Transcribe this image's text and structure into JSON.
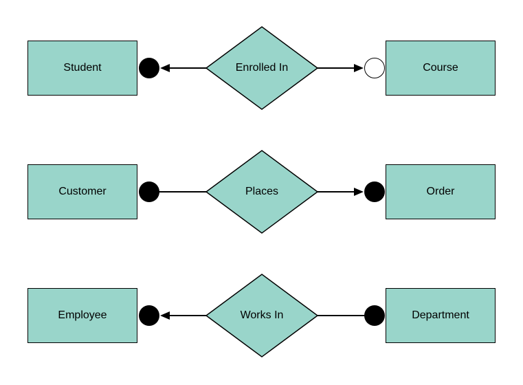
{
  "diagram": {
    "kind": "entity-relationship-diagram",
    "rows": [
      {
        "left_entity": "Student",
        "relationship": "Enrolled In",
        "right_entity": "Course",
        "left_connector": {
          "terminator": "filled-circle",
          "arrowhead": "points-left"
        },
        "right_connector": {
          "terminator": "open-circle",
          "arrowhead": "points-right"
        }
      },
      {
        "left_entity": "Customer",
        "relationship": "Places",
        "right_entity": "Order",
        "left_connector": {
          "terminator": "filled-circle",
          "arrowhead": "none"
        },
        "right_connector": {
          "terminator": "filled-circle",
          "arrowhead": "points-right"
        }
      },
      {
        "left_entity": "Employee",
        "relationship": "Works In",
        "right_entity": "Department",
        "left_connector": {
          "terminator": "filled-circle",
          "arrowhead": "points-left"
        },
        "right_connector": {
          "terminator": "filled-circle",
          "arrowhead": "none"
        }
      }
    ]
  },
  "colors": {
    "shape_fill": "#99d5ca",
    "shape_border": "#000000",
    "connector": "#000000",
    "background": "#ffffff",
    "text": "#000000"
  }
}
